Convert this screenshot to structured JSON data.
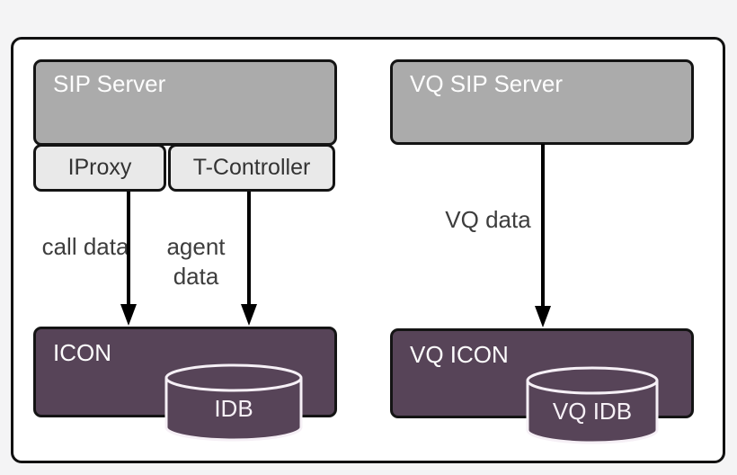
{
  "colors": {
    "page-bg": "#f4f4f5",
    "frame-bg": "#ffffff",
    "frame-border": "#111111",
    "node-border": "#141414",
    "server-fill": "#ababab",
    "module-fill": "#e9e9e9",
    "purple": "#574458",
    "cylinder-stroke": "#f6f0f6",
    "title-text": "#fdfdfd",
    "module-text": "#333333",
    "label-text": "#3d3d3d",
    "arrow": "#000000"
  },
  "diagram": {
    "left": {
      "server": "SIP Server",
      "modules": [
        "IProxy",
        "T-Controller"
      ],
      "flows": [
        "call data",
        "agent data"
      ],
      "icon": "ICON",
      "db": "IDB"
    },
    "right": {
      "server": "VQ SIP Server",
      "flow": "VQ data",
      "icon": "VQ ICON",
      "db": "VQ IDB"
    }
  }
}
